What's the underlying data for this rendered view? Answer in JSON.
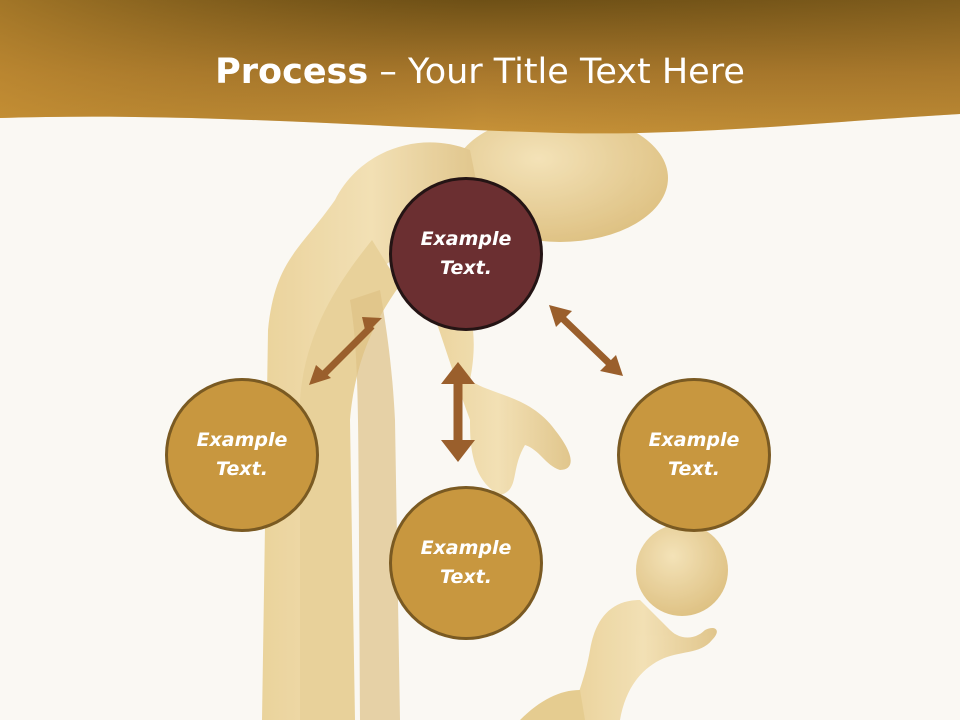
{
  "slide": {
    "title_bold": "Process",
    "title_rest": " – Your Title Text Here"
  },
  "nodes": {
    "top": "Example Text.",
    "left": "Example Text.",
    "right": "Example Text.",
    "bottom": "Example Text."
  },
  "colors": {
    "header_gold": "#b8862e",
    "header_dark": "#6e5016",
    "top_node": "#6b2f31",
    "gold_node": "#c8973f",
    "arrow": "#9a5f2c",
    "background": "#faf8f3"
  }
}
